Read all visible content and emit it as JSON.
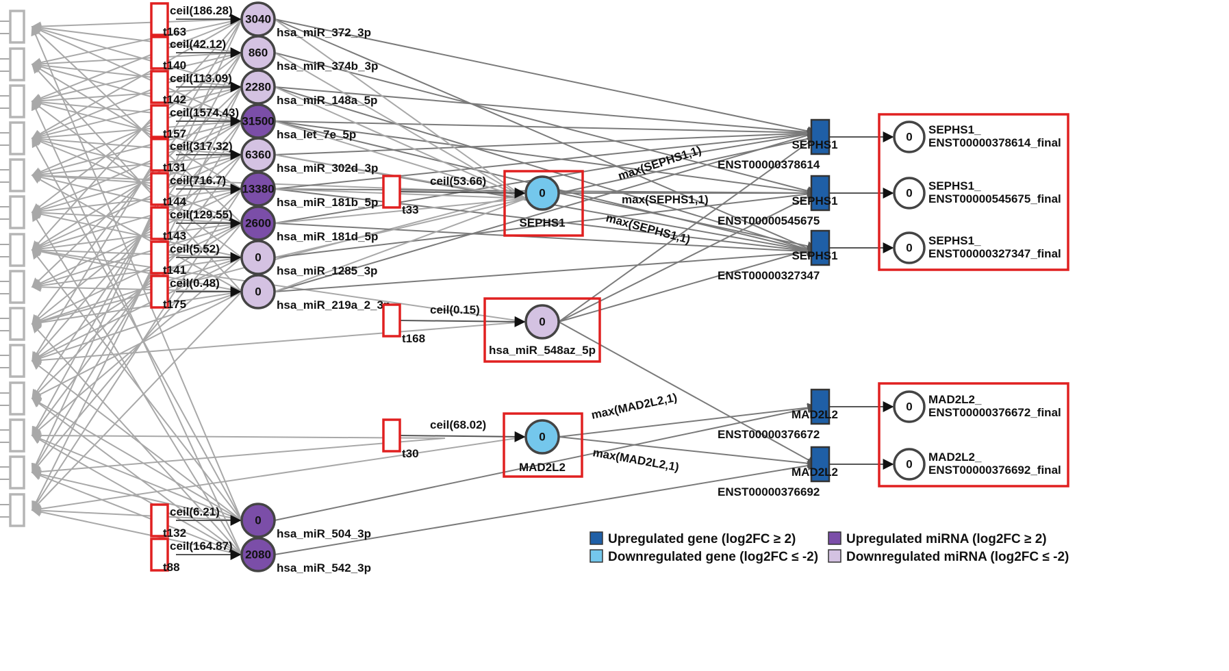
{
  "colors": {
    "upregulated_gene": "#1f5fa6",
    "downregulated_gene": "#74c7ec",
    "upregulated_mirna": "#7b4ea8",
    "downregulated_mirna": "#d4c2e2",
    "highlight_box": "#e02020",
    "output_place": "#ffffff"
  },
  "mirnas": [
    {
      "name": "hsa_miR_372_3p",
      "value": "3040",
      "regulation": "down",
      "transition": "t163",
      "ceil": "ceil(186.28)"
    },
    {
      "name": "hsa_miR_374b_3p",
      "value": "860",
      "regulation": "down",
      "transition": "t140",
      "ceil": "ceil(42.12)"
    },
    {
      "name": "hsa_miR_148a_5p",
      "value": "2280",
      "regulation": "down",
      "transition": "t142",
      "ceil": "ceil(113.09)"
    },
    {
      "name": "hsa_let_7e_5p",
      "value": "31500",
      "regulation": "up",
      "transition": "t157",
      "ceil": "ceil(1574.43)"
    },
    {
      "name": "hsa_miR_302d_3p",
      "value": "6360",
      "regulation": "down",
      "transition": "t131",
      "ceil": "ceil(317.32)"
    },
    {
      "name": "hsa_miR_181b_5p",
      "value": "13380",
      "regulation": "up",
      "transition": "t144",
      "ceil": "ceil(716.7)"
    },
    {
      "name": "hsa_miR_181d_5p",
      "value": "2600",
      "regulation": "up",
      "transition": "t143",
      "ceil": "ceil(129.55)"
    },
    {
      "name": "hsa_miR_1285_3p",
      "value": "0",
      "regulation": "down",
      "transition": "t141",
      "ceil": "ceil(5.52)"
    },
    {
      "name": "hsa_miR_219a_2_3p",
      "value": "0",
      "regulation": "down",
      "transition": "t175",
      "ceil": "ceil(0.48)"
    },
    {
      "name": "hsa_miR_504_3p",
      "value": "0",
      "regulation": "up",
      "transition": "t132",
      "ceil": "ceil(6.21)"
    },
    {
      "name": "hsa_miR_542_3p",
      "value": "2080",
      "regulation": "up",
      "transition": "t88",
      "ceil": "ceil(164.87)"
    }
  ],
  "middle": {
    "sephs1": {
      "name": "SEPHS1",
      "value": "0",
      "transition": "t33",
      "ceil": "ceil(53.66)"
    },
    "mir548": {
      "name": "hsa_miR_548az_5p",
      "value": "0",
      "transition": "t168",
      "ceil": "ceil(0.15)"
    },
    "mad2l2": {
      "name": "MAD2L2",
      "value": "0",
      "transition": "t30",
      "ceil": "ceil(68.02)"
    }
  },
  "max_labels": {
    "sephs1": "max(SEPHS1,1)",
    "mad2l2": "max(MAD2L2,1)"
  },
  "transcripts": [
    {
      "id": "ENST00000378614",
      "gene": "SEPHS1",
      "out_gene": "SEPHS1_",
      "out_id": "ENST00000378614_final",
      "value": "0"
    },
    {
      "id": "ENST00000545675",
      "gene": "SEPHS1",
      "out_gene": "SEPHS1_",
      "out_id": "ENST00000545675_final",
      "value": "0"
    },
    {
      "id": "ENST00000327347",
      "gene": "SEPHS1",
      "out_gene": "SEPHS1_",
      "out_id": "ENST00000327347_final",
      "value": "0"
    },
    {
      "id": "ENST00000376672",
      "gene": "MAD2L2",
      "out_gene": "MAD2L2_",
      "out_id": "ENST00000376672_final",
      "value": "0"
    },
    {
      "id": "ENST00000376692",
      "gene": "MAD2L2",
      "out_gene": "MAD2L2_",
      "out_id": "ENST00000376692_final",
      "value": "0"
    }
  ],
  "legend": [
    {
      "key": "upregulated_gene",
      "label": "Upregulated gene (log2FC ≥ 2)"
    },
    {
      "key": "upregulated_mirna",
      "label": "Upregulated miRNA (log2FC ≥ 2)"
    },
    {
      "key": "downregulated_gene",
      "label": "Downregulated gene (log2FC ≤ -2)"
    },
    {
      "key": "downregulated_mirna",
      "label": "Downregulated miRNA (log2FC ≤ -2)"
    }
  ]
}
